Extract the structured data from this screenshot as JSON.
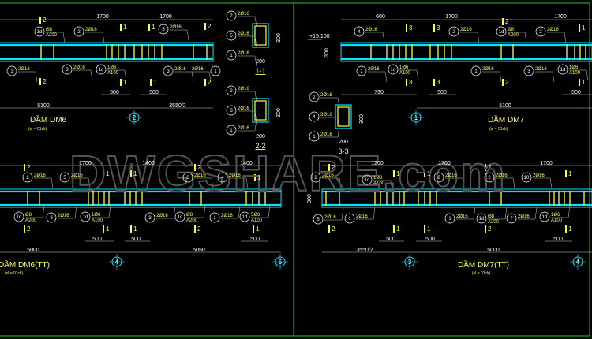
{
  "watermark": "DWGSHARE.com",
  "colors": {
    "background": "#000000",
    "frame": "#22aa22",
    "rebar": "#00e5ff",
    "stirrup": "#ffff33",
    "text": "#ffff55",
    "dimension": "#ffffff"
  },
  "drawings": [
    {
      "title": "DẦM DM6",
      "subtitle": "(sl = 01ck)",
      "dims": [
        "1700",
        "1700",
        "500",
        "500",
        "5100",
        "3550/2"
      ],
      "callouts": [
        {
          "num": "1d",
          "label": "Ø8",
          "label2": "A200"
        },
        {
          "num": "2",
          "label": "2Ø16"
        },
        {
          "num": "5",
          "label": "2Ø16"
        },
        {
          "num": "1",
          "label": "2Ø16"
        },
        {
          "num": "3",
          "label": "2Ø16"
        },
        {
          "num": "1d",
          "label": "1Ø6",
          "label2": "A100"
        },
        {
          "num": "3",
          "label": "2Ø16"
        },
        {
          "num": "1",
          "label": "2Ø16"
        }
      ],
      "sections": [
        "2",
        "1",
        "1",
        "2",
        "2",
        "1",
        "1",
        "2"
      ],
      "grids": [
        "2"
      ]
    },
    {
      "title": "DẦM DM6(TT)",
      "subtitle": "(sl = 01ck)",
      "dims": [
        "1700",
        "1400",
        "1400",
        "500",
        "500",
        "500",
        "5000",
        "5050"
      ],
      "callouts": [
        {
          "num": "2",
          "label": "2Ø16"
        },
        {
          "num": "5",
          "label": "2Ø16"
        },
        {
          "num": "2",
          "label": "2Ø16"
        },
        {
          "num": "4",
          "label": "2Ø16"
        },
        {
          "num": "1d",
          "label": "Ø8",
          "label2": "A200"
        },
        {
          "num": "3",
          "label": "2Ø16"
        },
        {
          "num": "1d",
          "label": "1Ø6",
          "label2": "A100"
        },
        {
          "num": "3",
          "label": "2Ø16"
        },
        {
          "num": "1d",
          "label": "Ø8",
          "label2": "A200"
        },
        {
          "num": "1",
          "label": "2Ø16"
        },
        {
          "num": "1d",
          "label": "5Ø6",
          "label2": "A100"
        }
      ],
      "sections": [
        "2",
        "1",
        "1",
        "2",
        "1",
        "2",
        "1",
        "1",
        "2",
        "1"
      ],
      "grids": [
        "4",
        "5"
      ]
    },
    {
      "title": "DẦM DM7",
      "subtitle": "(sl = 01ck)",
      "level": "+15.100",
      "dims": [
        "300",
        "600",
        "1700",
        "1700",
        "730",
        "500",
        "500",
        "5100"
      ],
      "callouts": [
        {
          "num": "4",
          "label": "2Ø16"
        },
        {
          "num": "2",
          "label": "2Ø16"
        },
        {
          "num": "1d",
          "label": "Ø8",
          "label2": "A200"
        },
        {
          "num": "2",
          "label": "2Ø16"
        },
        {
          "num": "1",
          "label": "2Ø16"
        },
        {
          "num": "1d",
          "label": "1Ø6",
          "label2": "A100"
        },
        {
          "num": "1",
          "label": "2Ø16"
        },
        {
          "num": "3",
          "label": "2Ø16"
        },
        {
          "num": "1d",
          "label": "1Ø6",
          "label2": "A100"
        }
      ],
      "sections": [
        "3",
        "3",
        "2",
        "1",
        "3",
        "3",
        "2",
        "1"
      ],
      "grids": [
        "1"
      ]
    },
    {
      "title": "DẦM DM7(TT)",
      "subtitle": "(sl = 01ck)",
      "dims": [
        "300",
        "1200",
        "1700",
        "1700",
        "500",
        "500",
        "500",
        "3550/2",
        "5000"
      ],
      "callouts": [
        {
          "num": "2",
          "label": "2Ø16"
        },
        {
          "num": "1d",
          "label": "1Ø8",
          "label2": "A100"
        },
        {
          "num": "8",
          "label": "2Ø16"
        },
        {
          "num": "2",
          "label": "2Ø16"
        },
        {
          "num": "10",
          "label": "2Ø16"
        },
        {
          "num": "5",
          "label": "2Ø16"
        },
        {
          "num": "1",
          "label": "2Ø16"
        },
        {
          "num": "1",
          "label": "2Ø16"
        },
        {
          "num": "1d",
          "label": "Ø8",
          "label2": "A200"
        },
        {
          "num": "7",
          "label": "2Ø16"
        },
        {
          "num": "1d",
          "label": "1Ø6",
          "label2": "A100"
        }
      ],
      "sections": [
        "2",
        "1",
        "1",
        "2",
        "1",
        "2",
        "1",
        "1",
        "2",
        "1"
      ],
      "grids": [
        "3",
        "4"
      ]
    }
  ],
  "cross_sections": [
    {
      "title": "1-1",
      "width": "200",
      "height": "300",
      "callouts": [
        {
          "num": "2",
          "label": "2Ø16"
        },
        {
          "num": "5",
          "label": "2Ø16"
        },
        {
          "num": "1",
          "label": "2Ø16"
        }
      ]
    },
    {
      "title": "2-2",
      "width": "200",
      "height": "300",
      "callouts": [
        {
          "num": "2",
          "label": "2Ø16"
        },
        {
          "num": "3",
          "label": "2Ø16"
        },
        {
          "num": "1",
          "label": "2Ø16"
        }
      ]
    },
    {
      "title": "3-3",
      "width": "200",
      "height": "300",
      "callouts": [
        {
          "num": "2",
          "label": "2Ø16"
        },
        {
          "num": "4",
          "label": "3Ø16"
        },
        {
          "num": "1",
          "label": "2Ø16"
        }
      ]
    }
  ]
}
